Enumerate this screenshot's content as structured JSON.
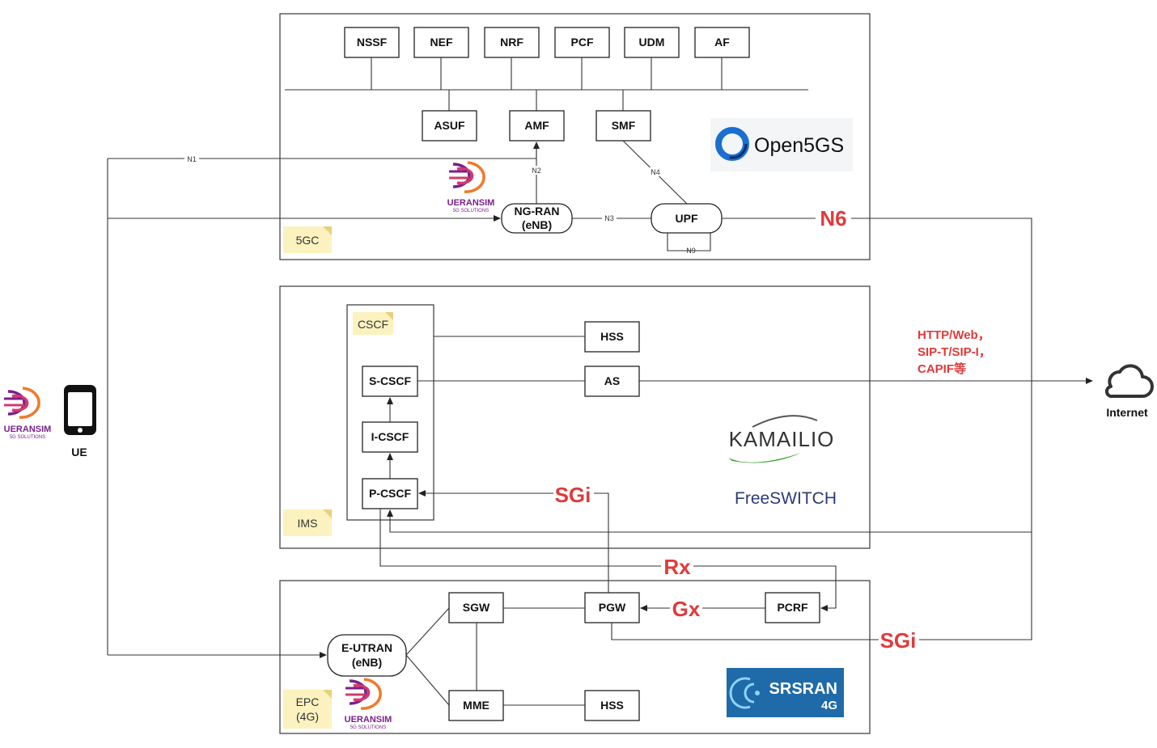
{
  "core_5gc": {
    "note": "5GC",
    "nfs": [
      "NSSF",
      "NEF",
      "NRF",
      "PCF",
      "UDM",
      "AF"
    ],
    "asuf": "ASUF",
    "amf": "AMF",
    "smf": "SMF",
    "ngran_line1": "NG-RAN",
    "ngran_line2": "(eNB)",
    "upf": "UPF",
    "labels": {
      "n1": "N1",
      "n2": "N2",
      "n3": "N3",
      "n4": "N4",
      "n6": "N6",
      "n9": "N9"
    },
    "logo_open5gs": "Open5GS",
    "logo_ueransim": "UERANSIM",
    "logo_ueransim_sub": "5G SOLUTIONS"
  },
  "ims": {
    "note": "IMS",
    "cscf_note": "CSCF",
    "scscf": "S-CSCF",
    "icscf": "I-CSCF",
    "pcscf": "P-CSCF",
    "hss": "HSS",
    "as": "AS",
    "sgi": "SGi",
    "logo_kamailio": "KAMAILIO",
    "logo_freeswitch": "FreeSWITCH"
  },
  "epc": {
    "note_line1": "EPC",
    "note_line2": "(4G)",
    "eutran_line1": "E-UTRAN",
    "eutran_line2": "(eNB)",
    "sgw": "SGW",
    "pgw": "PGW",
    "pcrf": "PCRF",
    "mme": "MME",
    "hss": "HSS",
    "gx": "Gx",
    "rx": "Rx",
    "sgi": "SGi",
    "logo_srsran": "SRSRAN",
    "logo_srsran_sub": "4G",
    "logo_ueransim": "UERANSIM",
    "logo_ueransim_sub": "5G SOLUTIONS"
  },
  "ue": {
    "label": "UE",
    "logo_ueransim": "UERANSIM",
    "logo_ueransim_sub": "5G SOLUTIONS"
  },
  "internet": {
    "label": "Internet",
    "proto_line1": "HTTP/Web，",
    "proto_line2": "SIP-T/SIP-I，",
    "proto_line3": "CAPIF等"
  },
  "colors": {
    "red_label": "#e03a3a",
    "note_bg": "#fbf2bf",
    "open5gs_blue": "#1a6fd0",
    "srsran_bg": "#1f6aa8",
    "kamailio_green": "#3aa12b",
    "ueransim_purple": "#7a1f8c",
    "ueransim_orange": "#f07a2a"
  }
}
